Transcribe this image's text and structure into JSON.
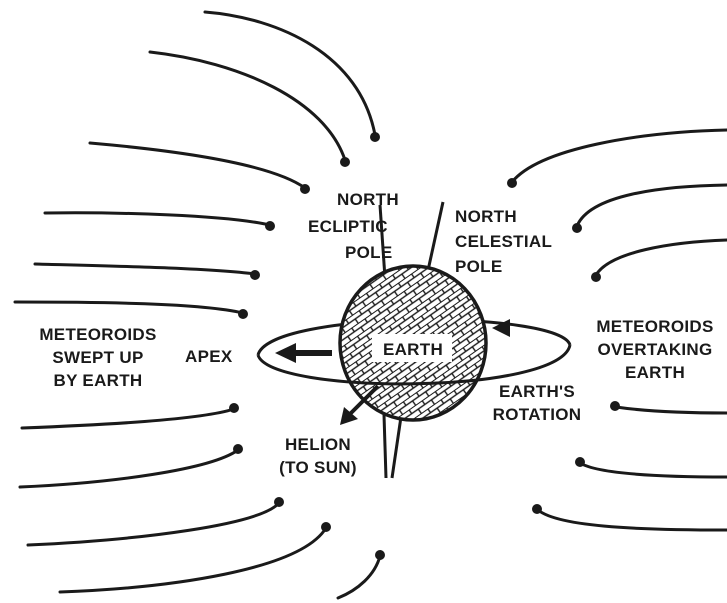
{
  "labels": {
    "north_ecliptic_pole": [
      "NORTH",
      "ECLIPTIC",
      "POLE"
    ],
    "north_celestial_pole": [
      "NORTH",
      "CELESTIAL",
      "POLE"
    ],
    "meteoroids_swept": [
      "METEOROIDS",
      "SWEPT UP",
      "BY EARTH"
    ],
    "meteoroids_overtaking": [
      "METEOROIDS",
      "OVERTAKING",
      "EARTH"
    ],
    "apex": "APEX",
    "earth": "EARTH",
    "earths_rotation": [
      "EARTH'S",
      "ROTATION"
    ],
    "helion": [
      "HELION",
      "(TO SUN)"
    ]
  },
  "colors": {
    "ink": "#1a1a1a",
    "background": "#ffffff"
  },
  "icons": {
    "earth": "hatched-globe",
    "meteoroid": "dot-with-curved-trail"
  }
}
